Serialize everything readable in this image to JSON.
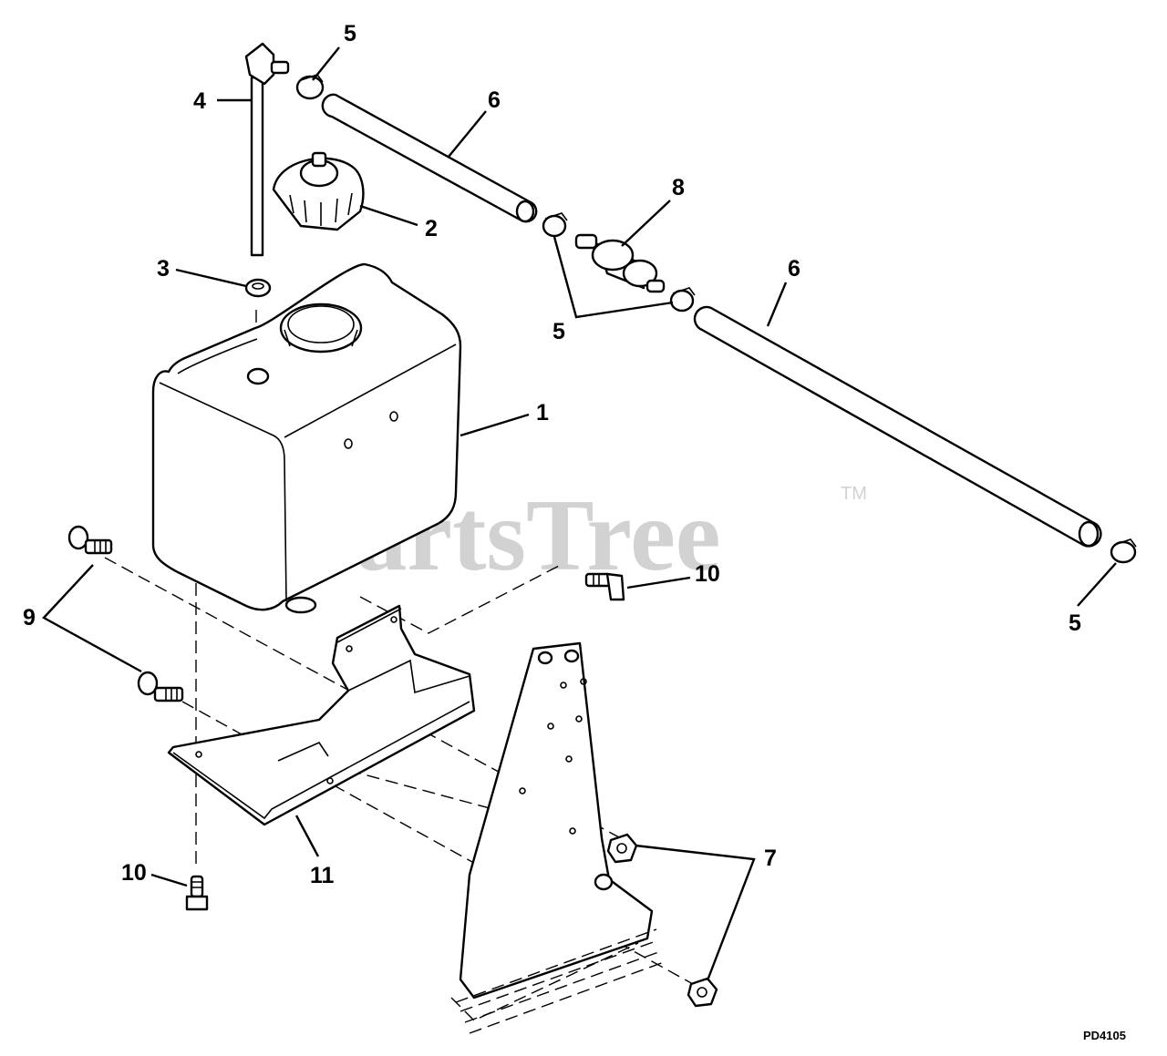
{
  "watermark": {
    "text": "PartsTree",
    "trademark": "TM"
  },
  "drawing_code": "PD4105",
  "callouts": {
    "c1": "1",
    "c2": "2",
    "c3": "3",
    "c4": "4",
    "c5a": "5",
    "c5b": "5",
    "c5c": "5",
    "c6a": "6",
    "c6b": "6",
    "c7": "7",
    "c8": "8",
    "c9": "9",
    "c10a": "10",
    "c10b": "10",
    "c11": "11"
  },
  "colors": {
    "line": "#000000",
    "watermark": "#d2d2d2",
    "background": "#ffffff"
  }
}
